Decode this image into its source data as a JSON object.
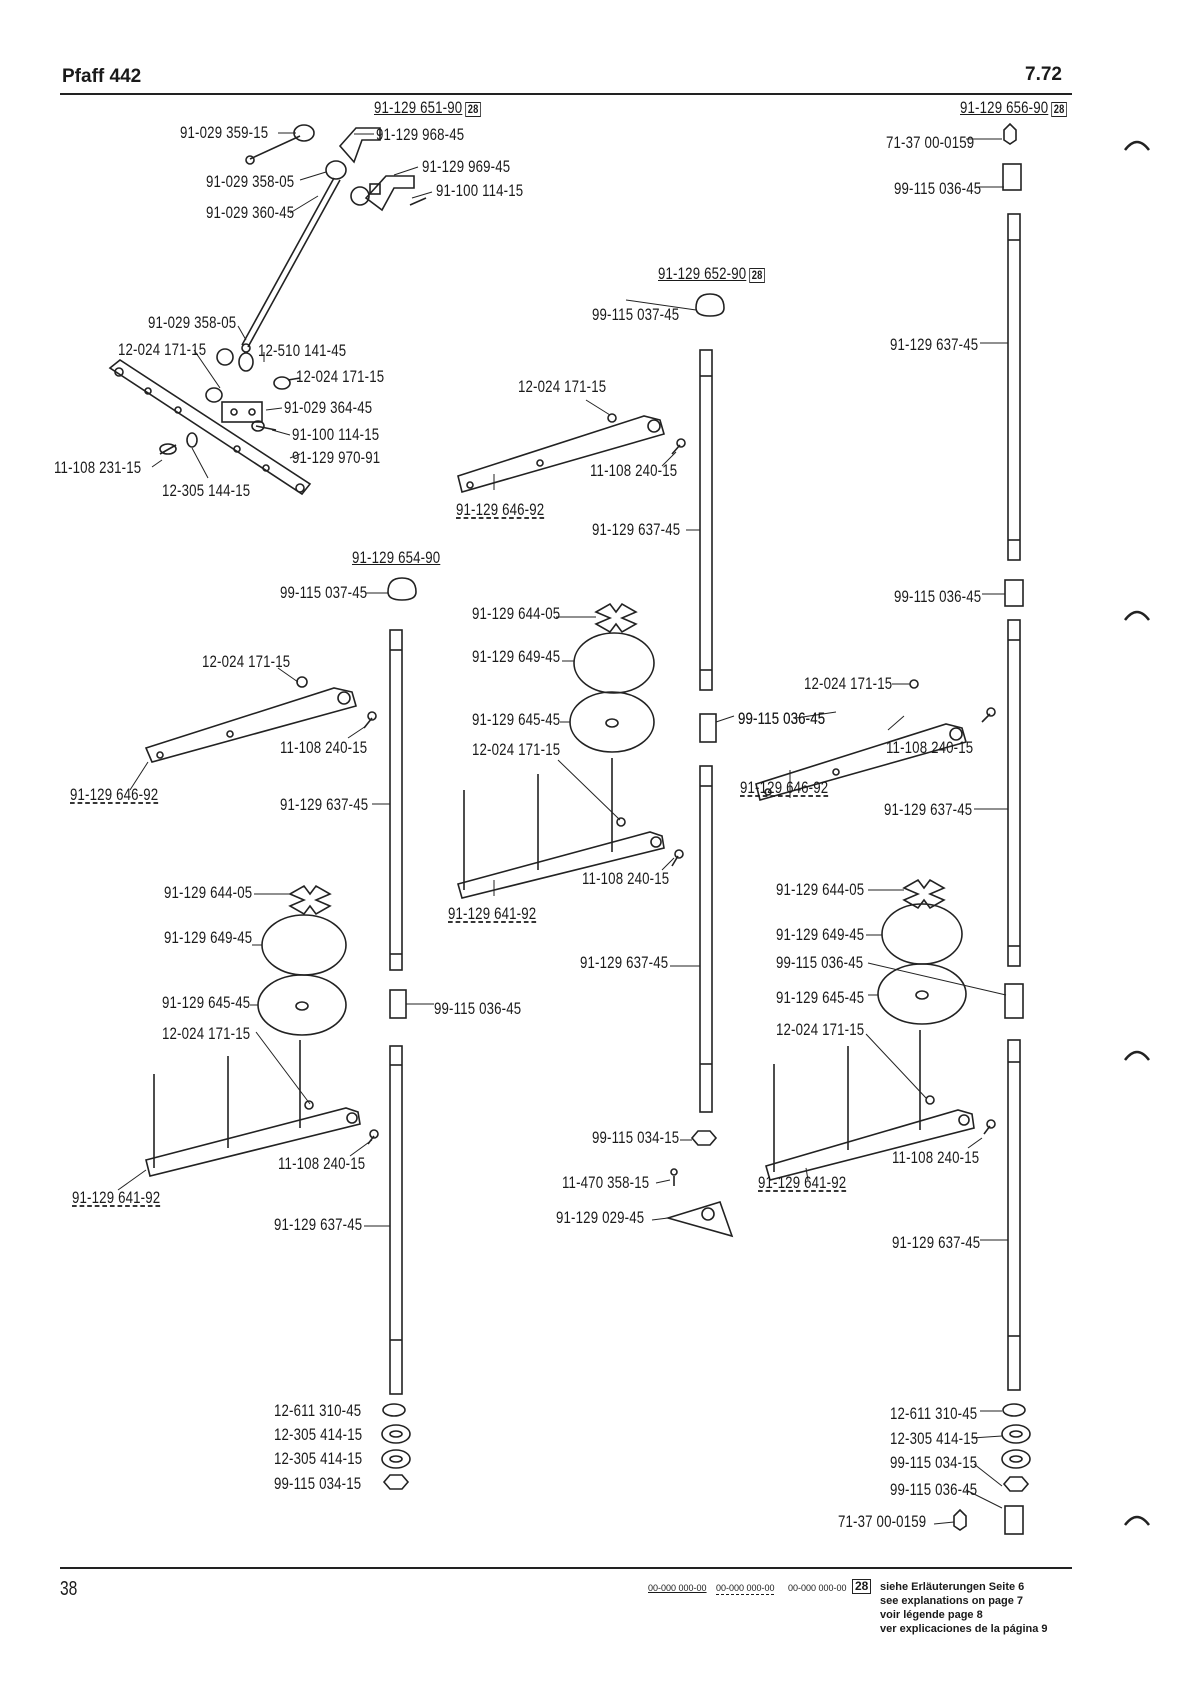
{
  "header": {
    "title": "Pfaff 442",
    "number": "7.72"
  },
  "footer": {
    "page_number": "38",
    "code_samples": [
      "00-000 000-00",
      "00-000 000-00",
      "00-000 000-00"
    ],
    "box_marker": "28",
    "legend": [
      "siehe Erläuterungen Seite 6",
      "see explanations on page 7",
      "voir légende page 8",
      "ver explicaciones de la página 9"
    ]
  },
  "assemblies": {
    "top_left": {
      "set": "91-129 651-90",
      "parts": [
        "91-029 359-15",
        "91-129 968-45",
        "91-029 358-05",
        "91-129 969-45",
        "91-100 114-15",
        "91-029 360-45",
        "91-029 358-05",
        "12-024 171-15",
        "12-510 141-45",
        "12-024 171-15",
        "91-029 364-45",
        "91-100 114-15",
        "91-129 970-91",
        "11-108 231-15",
        "12-305 144-15"
      ]
    },
    "left": {
      "set": "91-129 654-90",
      "parts": [
        "99-115 037-45",
        "12-024 171-15",
        "11-108 240-15",
        "91-129 646-92",
        "91-129 637-45",
        "91-129 644-05",
        "91-129 649-45",
        "91-129 645-45",
        "12-024 171-15",
        "99-115 036-45",
        "11-108 240-15",
        "91-129 641-92",
        "91-129 637-45",
        "12-611 310-45",
        "12-305 414-15",
        "12-305 414-15",
        "99-115 034-15"
      ]
    },
    "middle": {
      "set": "91-129 652-90",
      "parts": [
        "99-115 037-45",
        "12-024 171-15",
        "11-108 240-15",
        "91-129 646-92",
        "91-129 637-45",
        "91-129 644-05",
        "91-129 649-45",
        "91-129 645-45",
        "12-024 171-15",
        "99-115 036-45",
        "11-108 240-15",
        "91-129 641-92",
        "91-129 637-45",
        "99-115 034-15",
        "11-470 358-15",
        "91-129 029-45"
      ]
    },
    "right": {
      "set": "91-129 656-90",
      "parts": [
        "71-37 00-0159",
        "99-115 036-45",
        "91-129 637-45",
        "99-115 036-45",
        "12-024 171-15",
        "99-115 036-45",
        "11-108 240-15",
        "91-129 646-92",
        "91-129 637-45",
        "91-129 644-05",
        "91-129 649-45",
        "99-115 036-45",
        "91-129 645-45",
        "12-024 171-15",
        "11-108 240-15",
        "91-129 641-92",
        "91-129 637-45",
        "12-611 310-45",
        "12-305 414-15",
        "99-115 034-15",
        "99-115 036-45",
        "71-37 00-0159"
      ]
    }
  }
}
